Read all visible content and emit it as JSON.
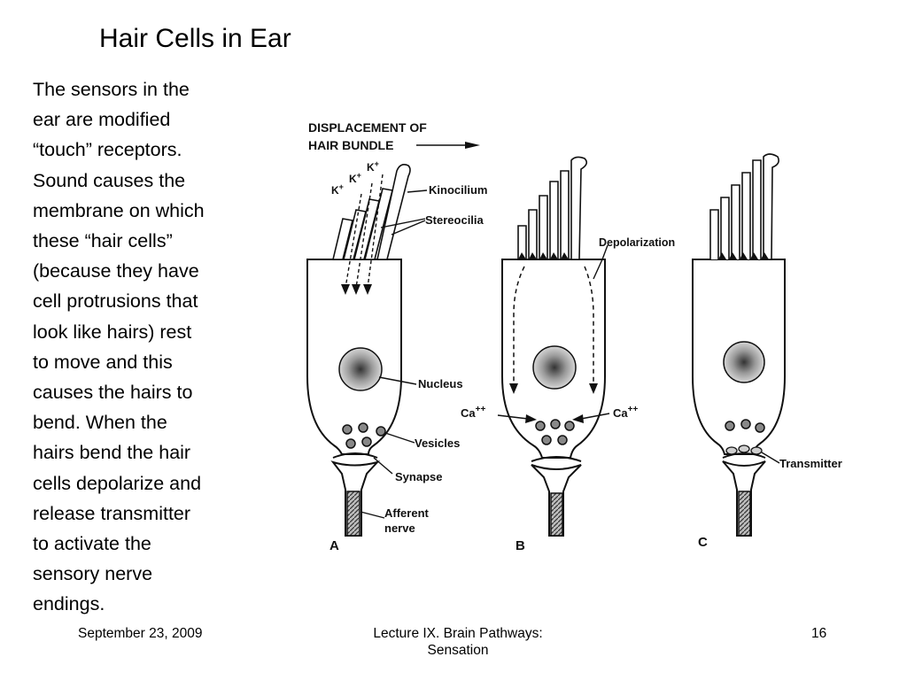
{
  "slide": {
    "title": "Hair Cells in Ear",
    "body_lines": [
      "The sensors in the",
      "ear are modified",
      "“touch” receptors.",
      "Sound causes the",
      "membrane on which",
      "these “hair cells”",
      "(because they have",
      "cell protrusions that",
      "look like hairs) rest",
      "to move and this",
      "causes the hairs to",
      "bend. When the",
      "hairs bend  the hair",
      "cells depolarize and",
      "release transmitter",
      "to activate the",
      "sensory nerve",
      "endings."
    ]
  },
  "figure": {
    "header_line1": "DISPLACEMENT OF",
    "header_line2": "HAIR BUNDLE",
    "k_ion": "K",
    "k_charge": "+",
    "kinocilium": "Kinocilium",
    "stereocilia": "Stereocilia",
    "nucleus": "Nucleus",
    "vesicles": "Vesicles",
    "synapse": "Synapse",
    "afferent_line1": "Afferent",
    "afferent_line2": "nerve",
    "depolarization": "Depolarization",
    "ca_ion": "Ca",
    "ca_charge": "++",
    "transmitter": "Transmitter",
    "panel_a": "A",
    "panel_b": "B",
    "panel_c": "C"
  },
  "footer": {
    "date": "September 23, 2009",
    "lecture_line1": "Lecture IX. Brain Pathways:",
    "lecture_line2": "Sensation",
    "page": "16"
  }
}
